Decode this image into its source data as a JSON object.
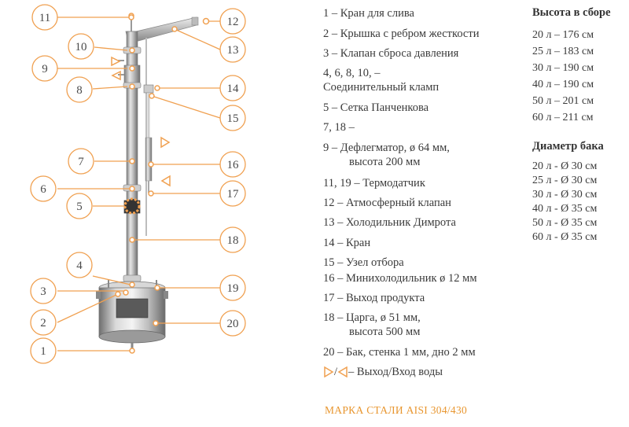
{
  "callouts": [
    "1",
    "2",
    "3",
    "4",
    "5",
    "6",
    "7",
    "8",
    "9",
    "10",
    "11",
    "12",
    "13",
    "14",
    "15",
    "16",
    "17",
    "18",
    "19",
    "20"
  ],
  "legend": {
    "items": [
      "1 – Кран для слива",
      "2 – Крышка с ребром жесткости",
      "3 – Клапан сброса давления",
      "4, 6, 8, 10, –",
      "Соединительный кламп",
      "5 – Сетка Панченкова",
      "7, 18 –",
      "9 – Дефлегматор, ø 64 мм,",
      "высота 200 мм",
      "11, 19 – Термодатчик",
      "12 – Атмосферный клапан",
      "13 – Холодильник Димрота",
      "14 – Кран",
      "15 –  Узел отбора",
      "16 – Минихолодильник ø 12 мм",
      "17 – Выход продукта",
      "18 – Царга, ø 51 мм,",
      "высота 500 мм",
      "20 – Бак, стенка 1 мм, дно 2 мм"
    ],
    "water_separator": " / ",
    "water_label": " – Выход/Вход воды"
  },
  "height_table": {
    "title": "Высота в сборе",
    "rows": [
      "20 л – 176 см",
      "25 л – 183 см",
      "30 л – 190 см",
      "40 л – 190 см",
      "50 л – 201 см",
      "60 л – 211 см"
    ]
  },
  "diameter_table": {
    "title": "Диаметр бака",
    "rows": [
      "20 л - Ø 30 см",
      "25 л - Ø 30 см",
      "30 л - Ø 30 см",
      "40 л - Ø 35 см",
      "50 л - Ø 35 см",
      "60 л - Ø 35 см"
    ]
  },
  "footer": "МАРКА СТАЛИ AISI 304/430",
  "colors": {
    "accent": "#e8962f",
    "circle_stroke": "#f0a050",
    "steel": "#a7a7a7"
  }
}
